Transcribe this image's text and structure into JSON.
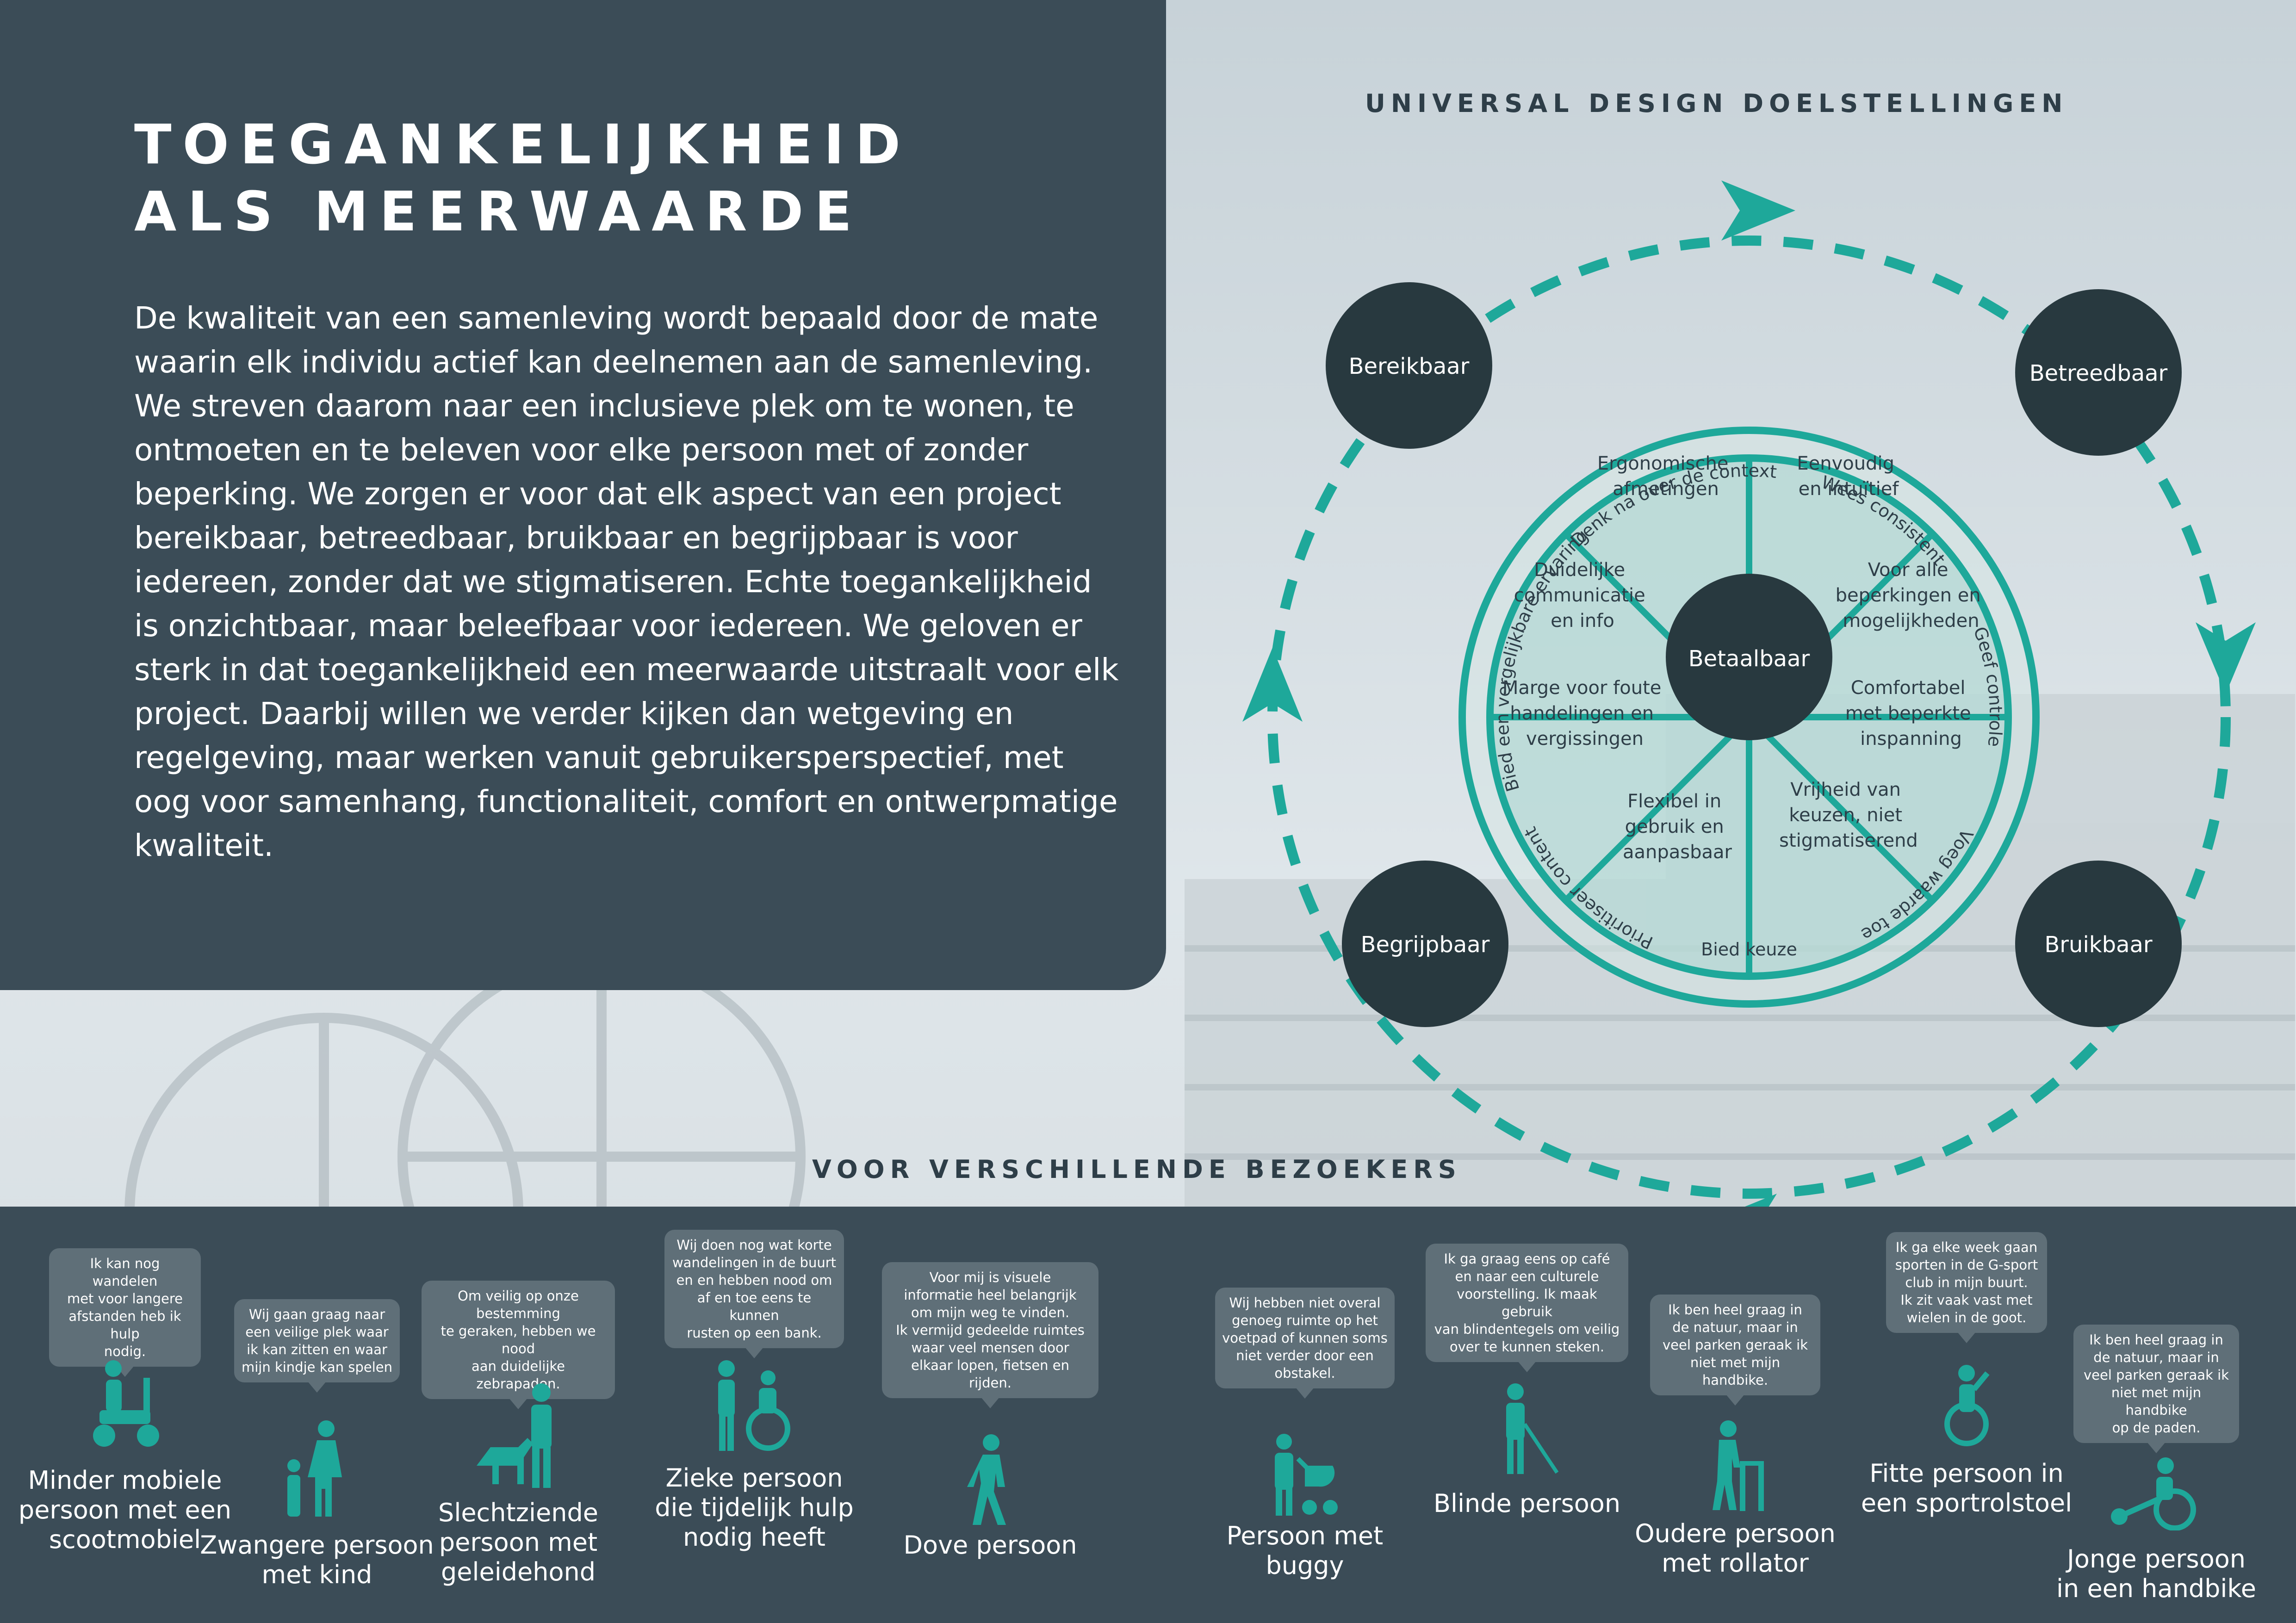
{
  "header": {
    "title_line1": "TOEGANKELIJKHEID",
    "title_line2": "ALS MEERWAARDE"
  },
  "intro_text": "De kwaliteit van een samenleving wordt bepaald door de mate waarin elk individu actief kan deelnemen aan de samenleving.  We streven daarom naar een inclusieve plek om te wonen, te ontmoeten en te beleven voor elke persoon met of zonder beperking.  We zorgen er voor dat elk aspect van een project bereikbaar, betreedbaar, bruikbaar en begrijpbaar is voor iedereen, zonder dat we stigmatiseren. Echte toegankelijkheid is onzichtbaar, maar beleefbaar voor iedereen. We geloven er sterk in dat toegankelijkheid een meerwaarde uitstraalt voor elk project.  Daarbij willen we verder kijken dan wetgeving en regelgeving, maar werken vanuit gebruikersperspectief, met  oog voor samenhang, functionaliteit, comfort en ontwerpmatige kwaliteit.",
  "diagram": {
    "title": "UNIVERSAL DESIGN DOELSTELLINGEN",
    "center": "Betaalbaar",
    "outer_nodes": [
      "Bereikbaar",
      "Betreedbaar",
      "Bruikbaar",
      "Begrijpbaar"
    ],
    "ring_labels": [
      "Denk na over de context",
      "Wees consistent",
      "Geef controle",
      "Voeg waarde toe",
      "Bied keuze",
      "Prioritiseer content",
      "Bied een vergelijkbare ervaring"
    ],
    "segments": [
      [
        "Eenvoudig",
        "en intuïtief"
      ],
      [
        "Voor alle",
        "beperkingen en",
        "mogelijkheden"
      ],
      [
        "Comfortabel",
        "met beperkte",
        "inspanning"
      ],
      [
        "Vrijheid van",
        "keuzen, niet",
        "stigmatiserend"
      ],
      [
        "Flexibel in",
        "gebruik en",
        "aanpasbaar"
      ],
      [
        "Marge voor foute",
        "handelingen en",
        "vergissingen"
      ],
      [
        "Duidelijke",
        "communicatie",
        "en info"
      ],
      [
        "Ergonomische",
        "afmetingen"
      ]
    ]
  },
  "visitors": {
    "title": "VOOR VERSCHILLENDE BEZOEKERS",
    "items": [
      {
        "icon": "mobility-scooter-icon",
        "quote": [
          "Ik kan nog wandelen",
          "met voor langere",
          "afstanden heb ik hulp",
          "nodig."
        ],
        "label": [
          "Minder mobiele",
          "persoon met een",
          "scootmobiel"
        ]
      },
      {
        "icon": "pregnant-with-child-icon",
        "quote": [
          "Wij gaan graag naar",
          "een veilige plek waar",
          "ik kan zitten en waar",
          "mijn kindje kan spelen"
        ],
        "label": [
          "Zwangere persoon",
          "met kind"
        ]
      },
      {
        "icon": "guide-dog-icon",
        "quote": [
          "Om veilig op onze bestemming",
          "te geraken, hebben we nood",
          "aan duidelijke zebrapaden."
        ],
        "label": [
          "Slechtziende",
          "persoon met",
          "geleidehond"
        ]
      },
      {
        "icon": "assisted-wheelchair-icon",
        "quote": [
          "Wij doen nog wat korte",
          "wandelingen in de buurt",
          "en en hebben nood om",
          "af en toe eens te kunnen",
          "rusten op een bank."
        ],
        "label": [
          "Zieke persoon",
          "die tijdelijk hulp",
          "nodig heeft"
        ]
      },
      {
        "icon": "walking-person-icon",
        "quote": [
          "Voor mij is visuele",
          "informatie heel belangrijk",
          "om mijn weg te vinden.",
          "Ik vermijd gedeelde ruimtes",
          "waar veel mensen door",
          "elkaar lopen, fietsen en rijden."
        ],
        "label": [
          "Dove persoon"
        ]
      },
      {
        "icon": "person-with-buggy-icon",
        "quote": [
          "Wij hebben niet overal",
          "genoeg ruimte op het",
          "voetpad of kunnen soms",
          "niet verder door een",
          "obstakel."
        ],
        "label": [
          "Persoon met",
          "buggy"
        ]
      },
      {
        "icon": "blind-person-icon",
        "quote": [
          "Ik ga graag eens op café",
          "en naar een culturele",
          "voorstelling. Ik maak gebruik",
          "van blindentegels om veilig",
          "over te kunnen steken."
        ],
        "label": [
          "Blinde persoon"
        ]
      },
      {
        "icon": "rollator-icon",
        "quote": [
          "Ik ben heel graag in",
          "de natuur, maar in",
          "veel parken geraak ik",
          "niet met mijn handbike."
        ],
        "label": [
          "Oudere persoon",
          "met rollator"
        ]
      },
      {
        "icon": "sport-wheelchair-icon",
        "quote": [
          "Ik ga elke week gaan",
          "sporten in de G-sport",
          "club in mijn buurt.",
          "Ik zit vaak vast met",
          "wielen in de goot."
        ],
        "label": [
          "Fitte persoon in",
          "een sportrolstoel"
        ]
      },
      {
        "icon": "handbike-icon",
        "quote": [
          "Ik ben heel graag in",
          "de natuur, maar in",
          "veel parken geraak ik",
          "niet met mijn handbike",
          "op de paden."
        ],
        "label": [
          "Jonge persoon",
          "in een handbike"
        ]
      }
    ]
  },
  "colors": {
    "dark": "#3b4c57",
    "teal": "#1ea89a",
    "node": "#28393f",
    "bubble": "#5f6f78"
  }
}
